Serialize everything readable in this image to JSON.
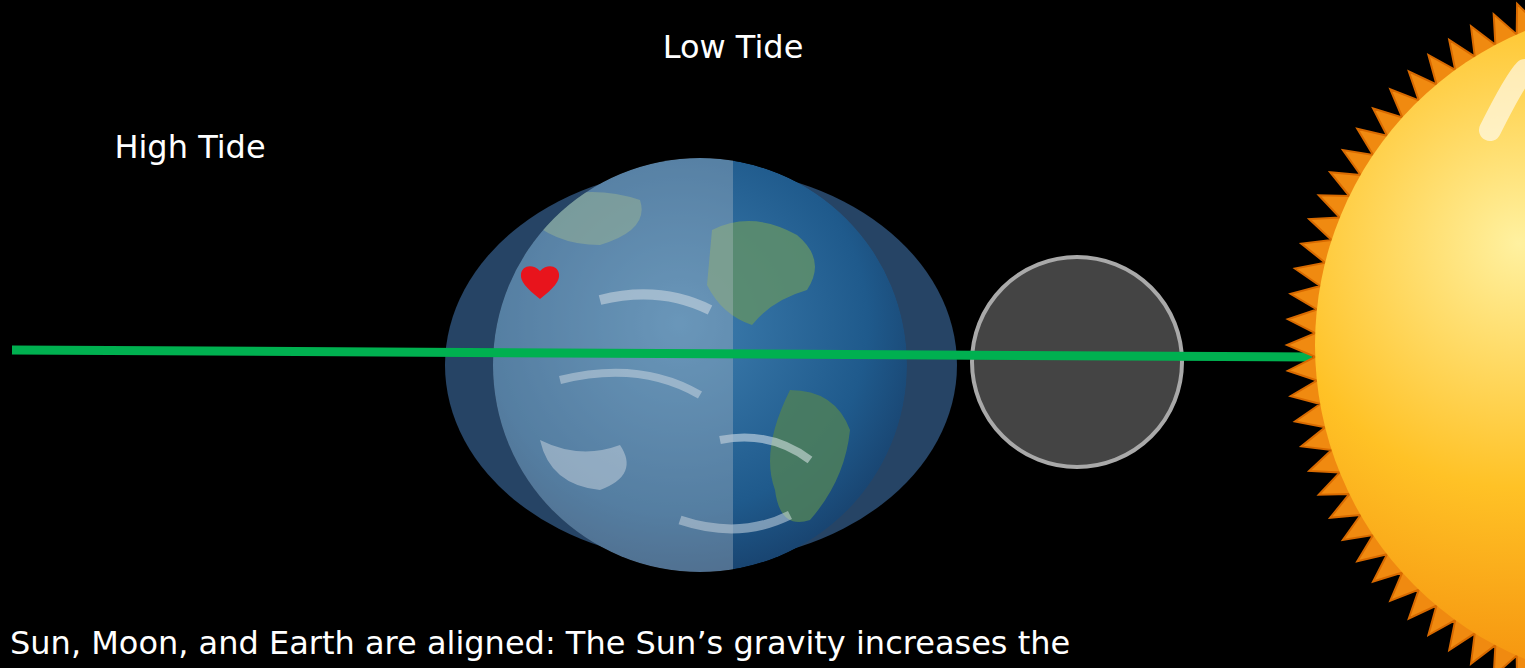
{
  "diagram": {
    "caption": "Sun, Moon, and Earth are aligned: The Sun’s gravity increases the",
    "labels": [
      "Low Tide",
      "High Tide"
    ]
  }
}
